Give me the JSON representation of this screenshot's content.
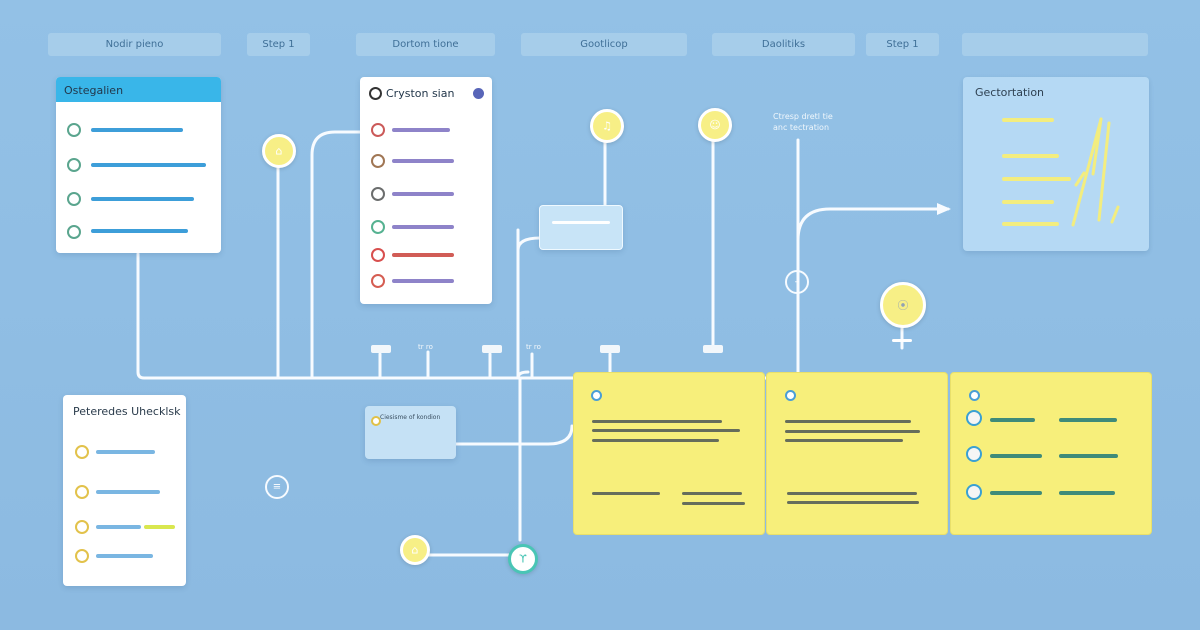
{
  "header": {
    "labels": [
      "Nodir pieno",
      "Step 1",
      "Dortom tione",
      "Gootlicop",
      "Daolitiks",
      "Step 1"
    ]
  },
  "cards": {
    "left_top_title": "Ostegalien",
    "middle_title": "Cryston sian",
    "left_bottom_title": "Peteredes Uhecklsk",
    "right_top_title": "Gectortation",
    "side_note": "Ctresp dretl tie\nanc tectration",
    "small_note": "Ciesisme of kondion"
  },
  "colors": {
    "background": "#8fbde3",
    "accent_yellow": "#f7ef7b",
    "accent_blue": "#39b6e9",
    "line_white": "#f8fbff"
  },
  "icons": {
    "node": "circle-node-icon",
    "check": "check-icon",
    "menu": "menu-icon",
    "plus": "plus-icon"
  },
  "micro_labels": [
    "tr ro",
    "tr ro"
  ]
}
